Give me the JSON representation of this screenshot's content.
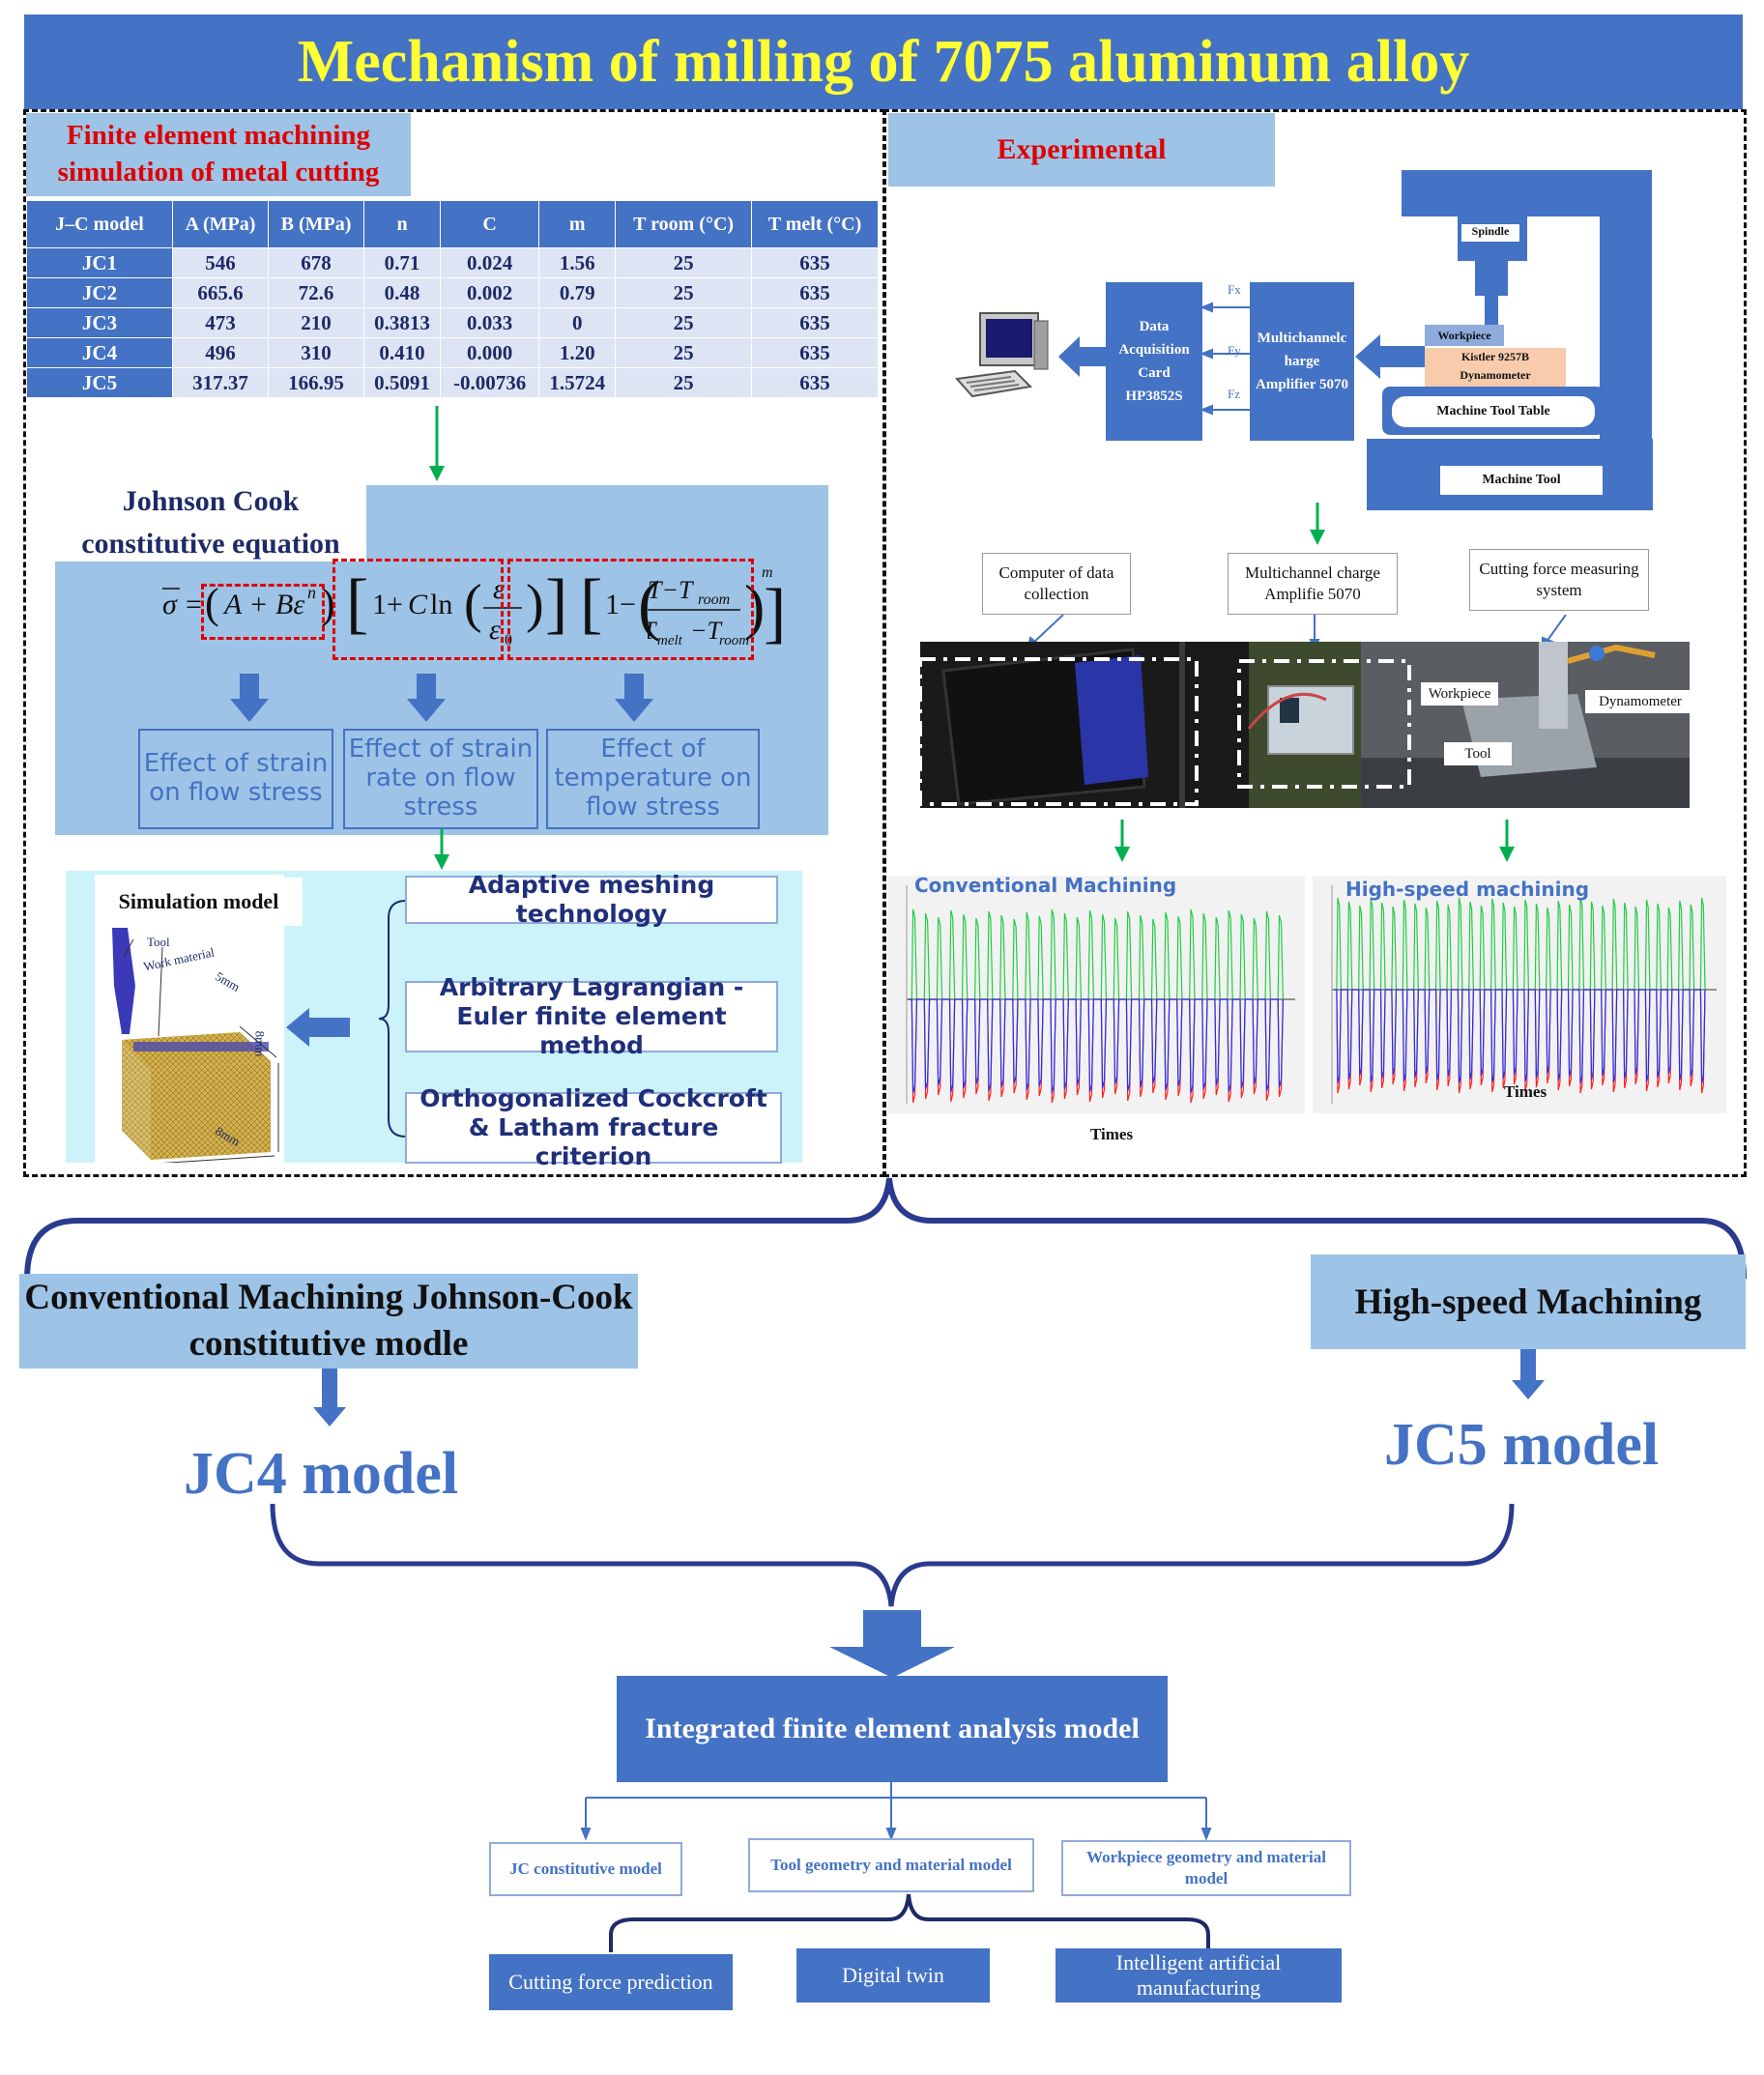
{
  "title": "Mechanism of milling of 7075 aluminum alloy",
  "left_panel": {
    "header": "Finite element machining simulation of metal cutting",
    "table": {
      "columns": [
        "J–C model",
        "A (MPa)",
        "B (MPa)",
        "n",
        "C",
        "m",
        "T room (°C)",
        "T melt (°C)"
      ],
      "rows": [
        [
          "JC1",
          "546",
          "678",
          "0.71",
          "0.024",
          "1.56",
          "25",
          "635"
        ],
        [
          "JC2",
          "665.6",
          "72.6",
          "0.48",
          "0.002",
          "0.79",
          "25",
          "635"
        ],
        [
          "JC3",
          "473",
          "210",
          "0.3813",
          "0.033",
          "0",
          "25",
          "635"
        ],
        [
          "JC4",
          "496",
          "310",
          "0.410",
          "0.000",
          "1.20",
          "25",
          "635"
        ],
        [
          "JC5",
          "317.37",
          "166.95",
          "0.5091",
          "-0.00736",
          "1.5724",
          "25",
          "635"
        ]
      ]
    },
    "equation_title": "Johnson Cook constitutive equation",
    "effects": [
      "Effect of strain on flow stress",
      "Effect of strain rate on flow stress",
      "Effect of temperature on flow stress"
    ],
    "simulation_model_label": "Simulation model",
    "sim_labels": {
      "tool": "Tool",
      "work": "Work material",
      "d1": "5mm",
      "d2": "8mm",
      "d3": "8mm"
    },
    "methods": [
      "Adaptive meshing technology",
      "Arbitrary Lagrangian - Euler finite element method",
      "Orthogonalized Cockcroft & Latham fracture criterion"
    ]
  },
  "right_panel": {
    "header": "Experimental",
    "schematic": {
      "daq": "Data Acquisition Card HP3852S",
      "amp": "Multichannelc harge Amplifier 5070",
      "spindle": "Spindle",
      "workpiece": "Workpiece",
      "dyn": "Kistler 9257B Dynamometer",
      "table": "Machine Tool Table",
      "tool": "Machine Tool",
      "fx": "Fx",
      "fy": "Fy",
      "fz": "Fz"
    },
    "callouts": [
      "Computer of data collection",
      "Multichannel charge Amplifie 5070",
      "Cutting force measuring system"
    ],
    "photo_labels": {
      "workpiece": "Workpiece",
      "tool": "Tool",
      "dyn": "Dynamometer"
    },
    "plot_left_title": "Conventional Machining",
    "plot_right_title": "High-speed machining",
    "xlabel_left": "Times",
    "xlabel_right": "Times"
  },
  "branches": {
    "left": "Conventional  Machining Johnson-Cook constitutive modle",
    "right": "High-speed Machining",
    "left_result": "JC4 model",
    "right_result": "JC5 model"
  },
  "integrated": "Integrated finite element analysis model",
  "components": [
    "JC constitutive model",
    "Tool geometry and material model",
    "Workpiece geometry and material model"
  ],
  "applications": [
    "Cutting force prediction",
    "Digital twin",
    "Intelligent artificial manufacturing"
  ],
  "colors": {
    "primary": "#4472c4",
    "light": "#9dc3e6",
    "title_text": "#ffff33",
    "red": "#e00000",
    "green": "#00b050"
  }
}
